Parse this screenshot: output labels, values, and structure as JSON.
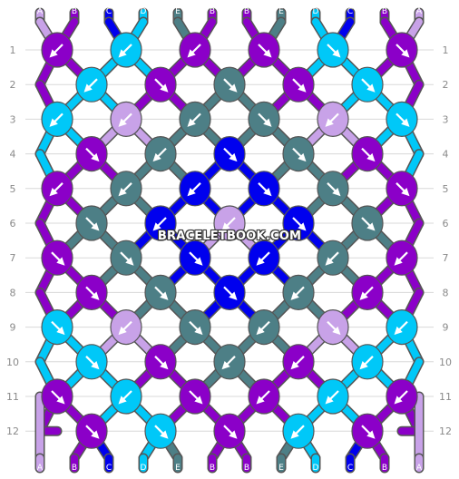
{
  "strand_labels_top": [
    "A",
    "B",
    "C",
    "D",
    "E",
    "B",
    "B",
    "E",
    "D",
    "C",
    "B",
    "A"
  ],
  "strand_labels_bottom": [
    "A",
    "B",
    "C",
    "D",
    "E",
    "B",
    "B",
    "E",
    "D",
    "C",
    "B",
    "A"
  ],
  "row_numbers": [
    "1",
    "2",
    "3",
    "4",
    "5",
    "6",
    "7",
    "8",
    "9",
    "10",
    "11",
    "12"
  ],
  "watermark": "BRACELETBOOK.COM",
  "colors": {
    "A": "#c8a2e8",
    "B": "#8b00c8",
    "C": "#0000ee",
    "D": "#00c8f8",
    "E": "#4d7f86"
  },
  "knot_colors": [
    [
      "B",
      "D",
      "B",
      "B",
      "D",
      "B"
    ],
    [
      "D",
      "B",
      "E",
      "B",
      "D"
    ],
    [
      "D",
      "A",
      "E",
      "E",
      "A",
      "D"
    ],
    [
      "B",
      "E",
      "C",
      "E",
      "B"
    ],
    [
      "B",
      "E",
      "C",
      "C",
      "E",
      "B"
    ],
    [
      "E",
      "C",
      "A",
      "C",
      "E"
    ],
    [
      "B",
      "E",
      "C",
      "C",
      "E",
      "B"
    ],
    [
      "B",
      "E",
      "C",
      "E",
      "B"
    ],
    [
      "D",
      "A",
      "E",
      "E",
      "A",
      "D"
    ],
    [
      "D",
      "B",
      "E",
      "B",
      "D"
    ],
    [
      "B",
      "D",
      "B",
      "B",
      "D",
      "B"
    ],
    [
      "B",
      "D",
      "B",
      "D",
      "B"
    ]
  ],
  "knot_arrows": [
    [
      "bl",
      "bl",
      "bl",
      "br",
      "br",
      "br"
    ],
    [
      "bl",
      "br",
      "br",
      "br",
      "br"
    ],
    [
      "bl",
      "bl",
      "bl",
      "br",
      "bl",
      "br"
    ],
    [
      "br",
      "bl",
      "br",
      "br",
      "br"
    ],
    [
      "bl",
      "bl",
      "bl",
      "br",
      "br",
      "br"
    ],
    [
      "br",
      "bl",
      "bl",
      "br",
      "br"
    ],
    [
      "br",
      "br",
      "br",
      "bl",
      "bl",
      "bl"
    ],
    [
      "br",
      "br",
      "br",
      "bl",
      "bl"
    ],
    [
      "br",
      "bl",
      "br",
      "bl",
      "br",
      "bl"
    ],
    [
      "br",
      "br",
      "bl",
      "bl",
      "bl"
    ],
    [
      "br",
      "bl",
      "br",
      "bl",
      "bl",
      "bl"
    ],
    [
      "br",
      "br",
      "br",
      "bl",
      "br"
    ]
  ]
}
